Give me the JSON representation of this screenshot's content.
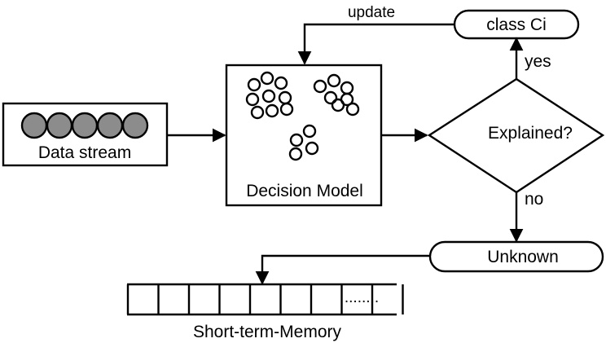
{
  "labels": {
    "data_stream": "Data stream",
    "decision_model": "Decision Model",
    "explained": "Explained?",
    "class_ci": "class Ci",
    "unknown": "Unknown",
    "short_term_memory": "Short-term-Memory",
    "update": "update",
    "yes": "yes",
    "no": "no",
    "memory_ellipsis": "........"
  },
  "data_stream_items": 5,
  "memory_cells": 9,
  "colors": {
    "stroke": "#000000",
    "stream_item_fill": "#8c8c8c",
    "background": "#ffffff"
  }
}
